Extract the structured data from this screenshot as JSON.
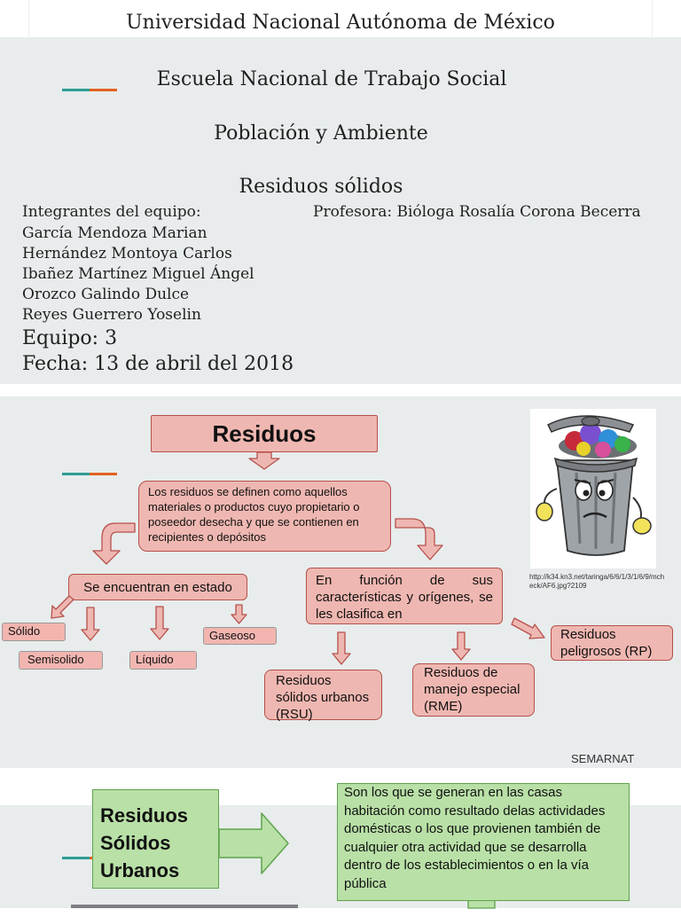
{
  "slide1": {
    "university": "Universidad Nacional Autónoma de México",
    "school": "Escuela Nacional de Trabajo Social",
    "subject": "Población y Ambiente",
    "topic": "Residuos sólidos",
    "team_label": "Integrantes del equipo:",
    "professor": "Profesora: Bióloga Rosalía Corona Becerra",
    "members": [
      "García Mendoza Marian",
      "Hernández Montoya Carlos",
      "Ibañez Martínez Miguel Ángel",
      "Orozco Galindo Dulce",
      "Reyes Guerrero Yoselin"
    ],
    "team": "Equipo: 3",
    "date": "Fecha: 13 de abril del 2018"
  },
  "slide2": {
    "title": "Residuos",
    "definition": "Los residuos se definen como aquellos materiales o productos cuyo propietario o poseedor desecha y que se contienen en recipientes o depósitos",
    "state_label": "Se encuentran en estado",
    "states": [
      "Sólido",
      "Semisolido",
      "Líquido",
      "Gaseoso"
    ],
    "classification_label": "En función de sus características y orígenes, se les clasifica en",
    "rsu": "Residuos sólidos urbanos (RSU)",
    "rme": "Residuos de manejo especial (RME)",
    "rp": "Residuos peligrosos (RP)",
    "image_url": "http://k34.kn3.net/taringa/6/6/1/3/1/6/9/mcheck/AF6.jpg?2109",
    "source": "SEMARNAT"
  },
  "slide3": {
    "title": "Residuos Sólidos Urbanos",
    "description": "Son los que se generan en las casas habitación como resultado delas actividades domésticas o los que provienen también de cualquier otra actividad que se desarrolla dentro de los establecimientos o en la vía pública"
  },
  "colors": {
    "slide_bg": "#e8ecec",
    "deco_teal": "#2e9e95",
    "deco_orange": "#e3621f",
    "box_fill": "#efb7b1",
    "box_border": "#b5514c",
    "green_fill": "#b9e0a7",
    "green_border": "#5fa34c"
  }
}
